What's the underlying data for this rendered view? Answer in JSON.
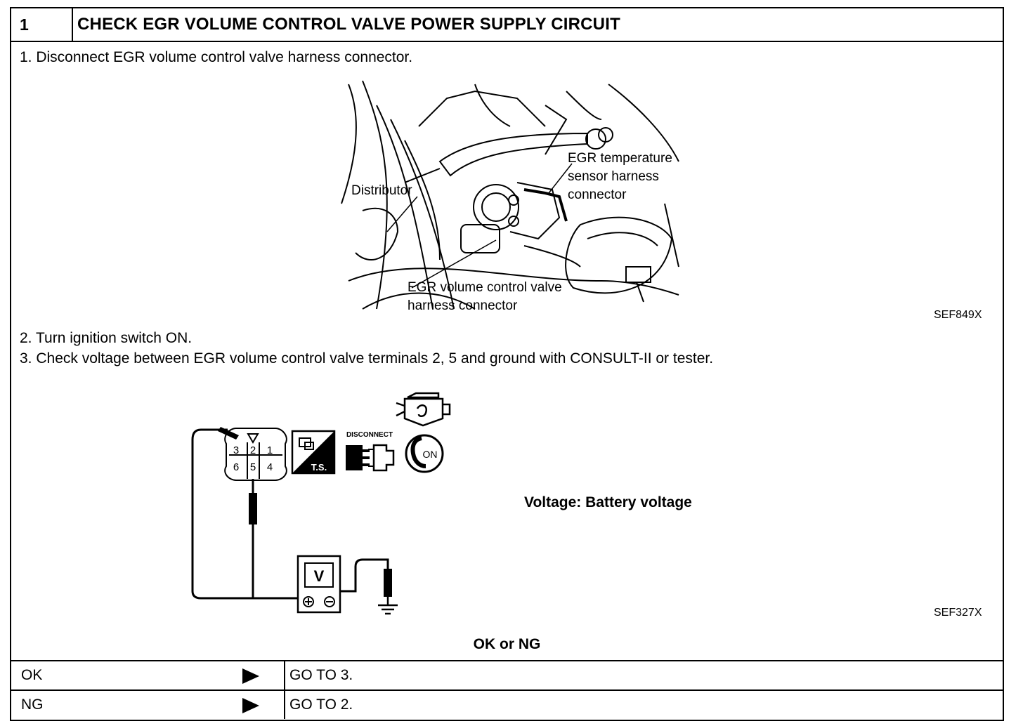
{
  "header": {
    "number": "1",
    "title": "CHECK EGR VOLUME CONTROL VALVE POWER SUPPLY CIRCUIT"
  },
  "steps": [
    "1.  Disconnect EGR volume control valve harness connector.",
    "2.  Turn ignition switch ON.",
    "3.  Check voltage between EGR volume control valve terminals 2, 5 and ground with CONSULT-II or tester."
  ],
  "figure1": {
    "code": "SEF849X",
    "labels": {
      "distributor": "Distributor",
      "egr_temp_1": "EGR temperature",
      "egr_temp_2": "sensor harness",
      "egr_temp_3": "connector",
      "egr_valve_1": "EGR volume control valve",
      "egr_valve_2": "harness connector"
    }
  },
  "figure2": {
    "code": "SEF327X",
    "connector_terminals": [
      "3",
      "2",
      "1",
      "6",
      "5",
      "4"
    ],
    "icons": {
      "ts_label": "T.S.",
      "disconnect_label": "DISCONNECT",
      "on_label": "ON",
      "meter_label": "V"
    },
    "voltage_text": "Voltage: Battery voltage"
  },
  "result_heading": "OK or NG",
  "results": [
    {
      "status": "OK",
      "action": "GO TO 3."
    },
    {
      "status": "NG",
      "action": "GO TO 2."
    }
  ]
}
